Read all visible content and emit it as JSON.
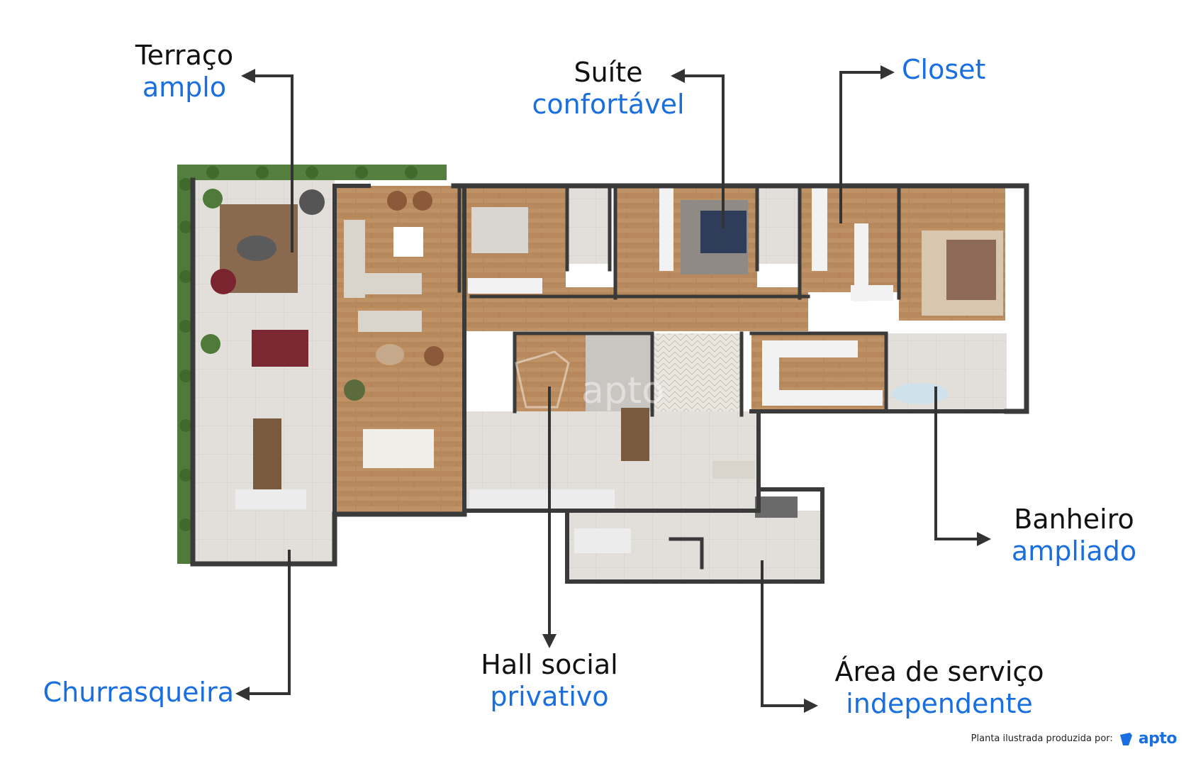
{
  "colors": {
    "accent": "#1a6fe0",
    "text": "#111111",
    "wall": "#3a3a3a",
    "wood": "#b98a5f",
    "tile": "#dedbd6",
    "plants": "#4f7a3a",
    "arrow": "#333333"
  },
  "callouts": {
    "terraco": {
      "line1": "Terraço",
      "line2": "amplo"
    },
    "suite": {
      "line1": "Suíte",
      "line2": "confortável"
    },
    "closet": {
      "line1": "",
      "line2": "Closet"
    },
    "banheiro": {
      "line1": "Banheiro",
      "line2": "ampliado"
    },
    "churrasqueira": {
      "line1": "",
      "line2": "Churrasqueira"
    },
    "hall": {
      "line1": "Hall social",
      "line2": "privativo"
    },
    "servico": {
      "line1": "Área de serviço",
      "line2": "independente"
    }
  },
  "watermark": "apto",
  "credit": {
    "text": "Planta ilustrada produzida por:",
    "brand": "apto"
  }
}
